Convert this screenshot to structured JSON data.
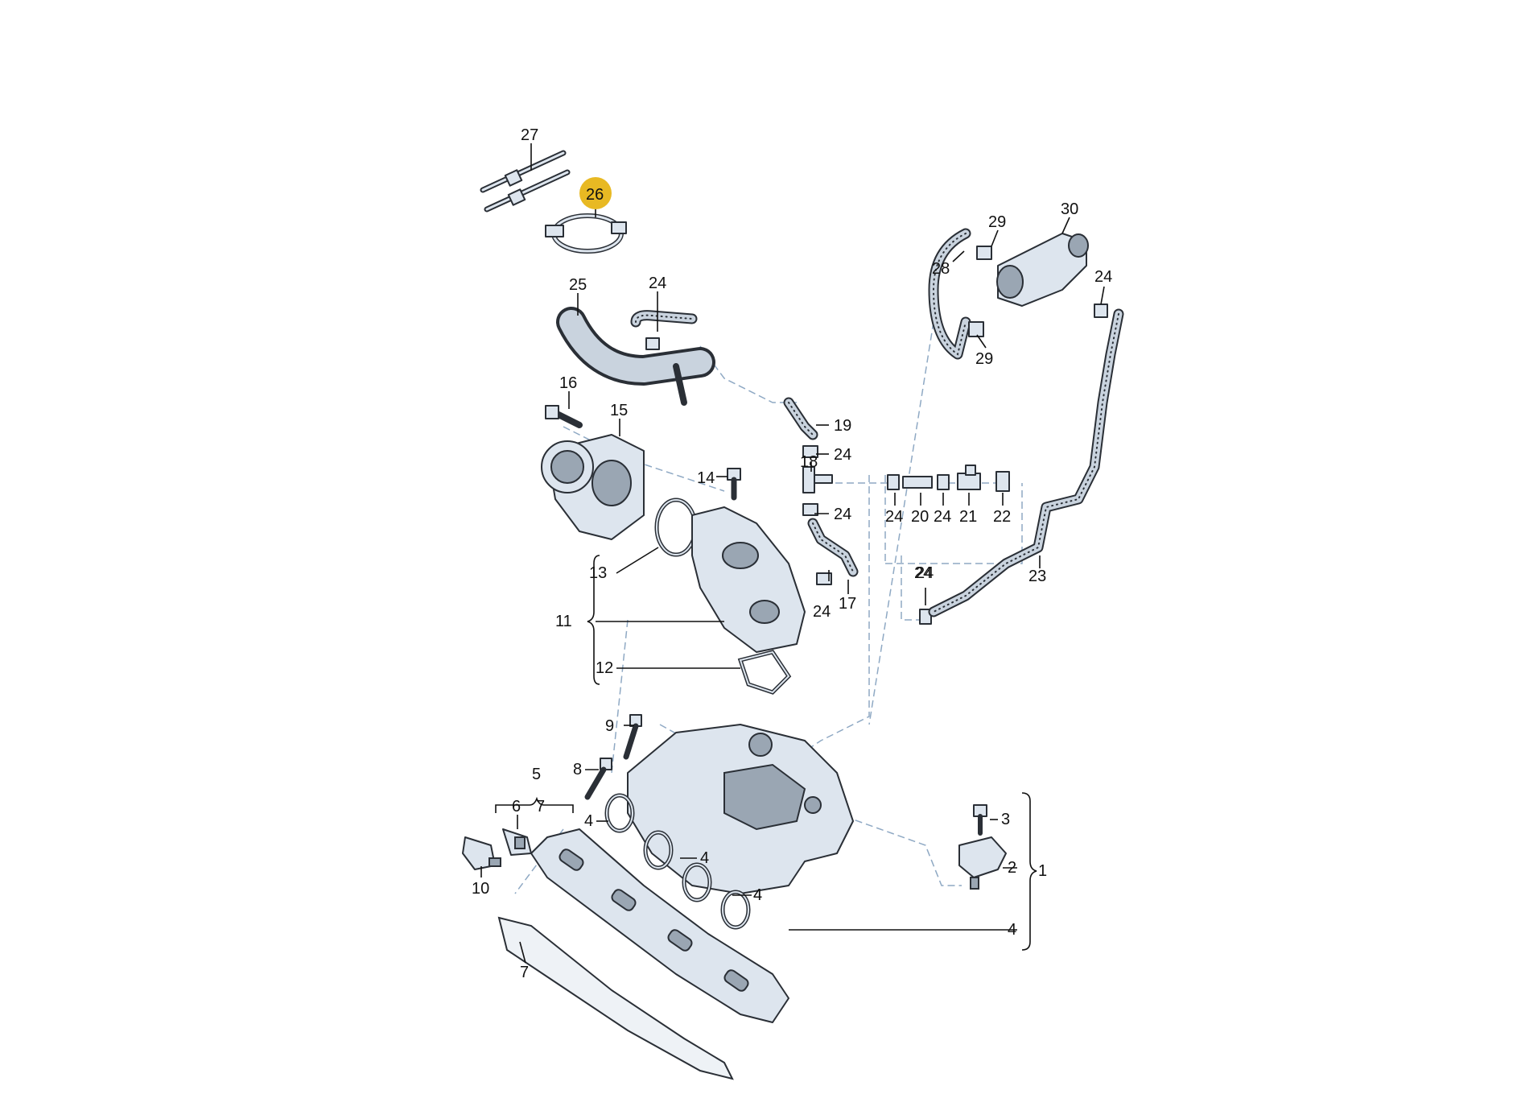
{
  "diagram": {
    "highlight_color": "#e8b923",
    "highlighted_callout": "26",
    "callouts": {
      "c1": "1",
      "c2": "2",
      "c3": "3",
      "c4a": "4",
      "c4b": "4",
      "c4c": "4",
      "c4d": "4",
      "c4e": "4",
      "c5": "5",
      "c6": "6",
      "c7a": "7",
      "c7b": "7",
      "c8": "8",
      "c9": "9",
      "c10": "10",
      "c11": "11",
      "c12": "12",
      "c13": "13",
      "c14": "14",
      "c15": "15",
      "c16": "16",
      "c17": "17",
      "c18": "18",
      "c19": "19",
      "c20": "20",
      "c21": "21",
      "c22": "22",
      "c23": "23",
      "c24a": "24",
      "c24b": "24",
      "c24c": "24",
      "c24d": "24",
      "c24e": "24",
      "c24f": "24",
      "c24g": "24",
      "c24h": "24",
      "c24i": "24",
      "c25": "25",
      "c26": "26",
      "c27": "27",
      "c28": "28",
      "c29a": "29",
      "c29b": "29",
      "c30": "30"
    }
  }
}
